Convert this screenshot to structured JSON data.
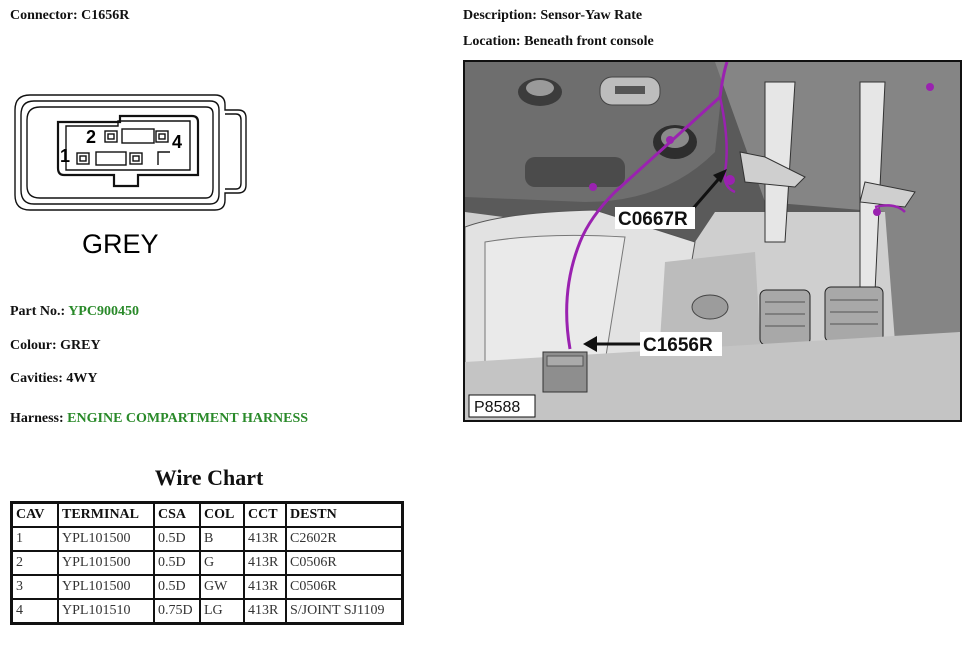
{
  "connector": {
    "label": "Connector:",
    "value": "C1656R",
    "drawing_colour_text": "GREY",
    "pin_labels": [
      "1",
      "2",
      "4"
    ]
  },
  "description": {
    "label": "Description:",
    "value": "Sensor-Yaw Rate"
  },
  "location": {
    "label": "Location:",
    "value": "Beneath front console"
  },
  "part_no": {
    "label": "Part No.:",
    "value": "YPC900450"
  },
  "colour": {
    "label": "Colour:",
    "value": "GREY"
  },
  "cavities": {
    "label": "Cavities:",
    "value": "4WY"
  },
  "harness": {
    "label": "Harness:",
    "value": "ENGINE COMPARTMENT HARNESS"
  },
  "photo": {
    "callout_1": "C0667R",
    "callout_2": "C1656R",
    "figure_id": "P8588"
  },
  "wire_chart": {
    "title": "Wire Chart",
    "headers": [
      "CAV",
      "TERMINAL",
      "CSA",
      "COL",
      "CCT",
      "DESTN"
    ],
    "rows": [
      [
        "1",
        "YPL101500",
        "0.5D",
        "B",
        "413R",
        "C2602R"
      ],
      [
        "2",
        "YPL101500",
        "0.5D",
        "G",
        "413R",
        "C0506R"
      ],
      [
        "3",
        "YPL101500",
        "0.5D",
        "GW",
        "413R",
        "C0506R"
      ],
      [
        "4",
        "YPL101510",
        "0.75D",
        "LG",
        "413R",
        "S/JOINT SJ1109"
      ]
    ]
  },
  "colors": {
    "link_green": "#2a8a2a",
    "wire_purple": "#9a22b0"
  }
}
